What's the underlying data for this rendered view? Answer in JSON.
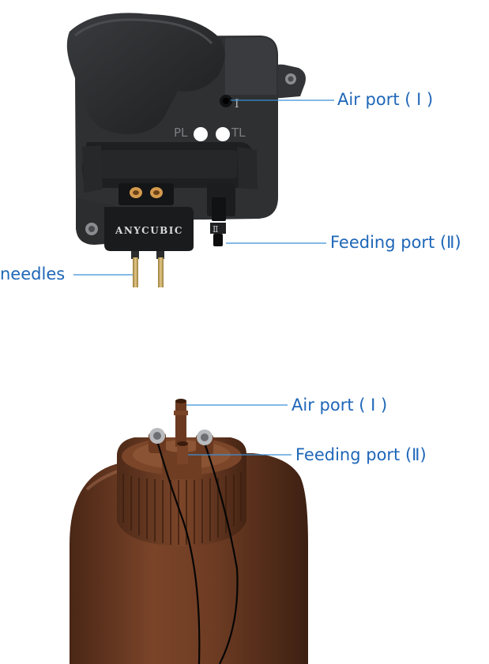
{
  "labels": {
    "top_air_port": "Air port ( Ⅰ )",
    "top_feeding_port": "Feeding port (Ⅱ)",
    "needles": "needles",
    "bottom_air_port": "Air port ( Ⅰ )",
    "bottom_feeding_port": "Feeding port (Ⅱ)"
  },
  "device_markings": {
    "brand": "ANYCUBIC",
    "pl": "PL",
    "tl": "TL",
    "port_one": "Ⅰ",
    "port_two": "Ⅱ"
  },
  "colors": {
    "label": "#1e66b8",
    "leader": "#3b8fd6",
    "housing": "#2f3032",
    "bottle": "#6b3b24"
  }
}
